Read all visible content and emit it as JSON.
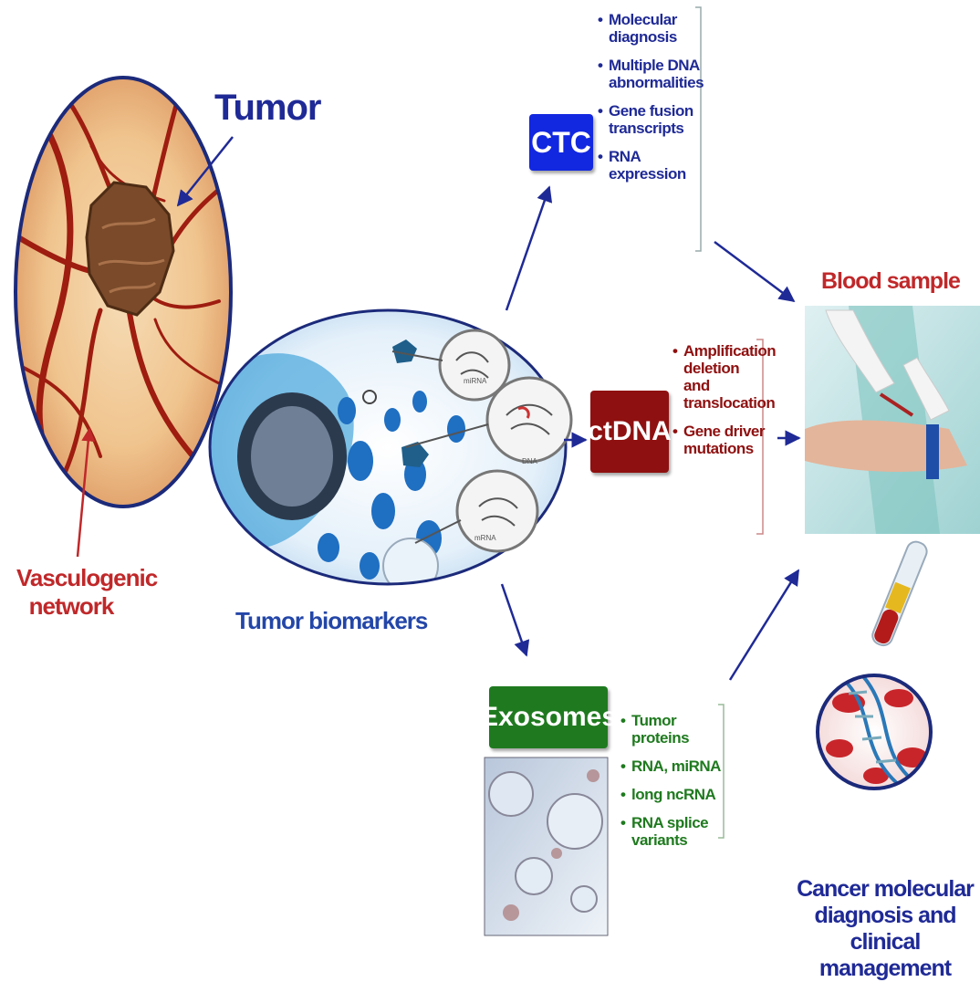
{
  "tumor": {
    "title": "Tumor"
  },
  "vasculogenic": {
    "label": "Vasculogenic network"
  },
  "biomarkers": {
    "label": "Tumor biomarkers"
  },
  "ctc": {
    "label": "CTC",
    "color": "#1227e0",
    "items": [
      "Molecular diagnosis",
      "Multiple DNA abnormalities",
      "Gene fusion transcripts",
      "RNA expression"
    ]
  },
  "ctdna": {
    "label": "ctDNA",
    "color": "#8f1010",
    "items": [
      "Amplification deletion and translocation",
      "Gene driver mutations"
    ]
  },
  "exosomes": {
    "label": "Exosomes",
    "color": "#1f7a1f",
    "items": [
      "Tumor proteins",
      "RNA, miRNA",
      "long ncRNA",
      "RNA splice variants"
    ]
  },
  "blood": {
    "label": "Blood sample"
  },
  "outcome": {
    "label": "Cancer molecular diagnosis and clinical management"
  },
  "micro_labels": {
    "mirna": "miRNA",
    "dna": "DNA",
    "mrna": "mRNA"
  }
}
